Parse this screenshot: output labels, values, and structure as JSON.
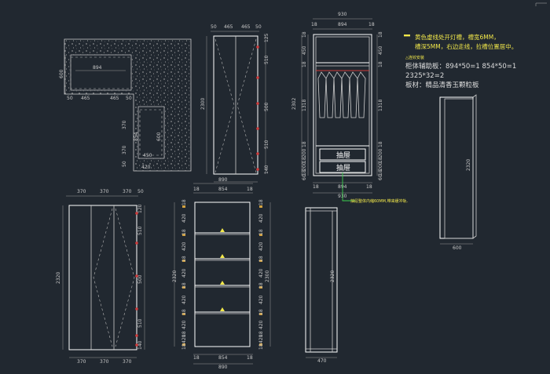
{
  "notes": {
    "yellow_line1": "黄色虚线处开灯槽，槽宽6MM，",
    "yellow_line2": "槽深5MM，右边走线，拉槽位置居中。",
    "small_tag": "△连铰安装",
    "support_line": "柜体辅助板：894*50=1    854*50=1",
    "support_line2": "2325*32=2",
    "material": "板材：精品清香玉颗粒板",
    "callout": "抽屉整体内缩60MM,带来缓冲轨."
  },
  "drawer_labels": {
    "top": "抽屉",
    "bottom": "抽屉"
  },
  "plan": {
    "dims": [
      "894",
      "600",
      "50",
      "465",
      "465",
      "50",
      "370",
      "370",
      "854",
      "600",
      "450",
      "420",
      "50"
    ]
  },
  "door_top": {
    "top": [
      "50",
      "465",
      "465",
      "50"
    ],
    "left": "2300",
    "right": [
      "125",
      "510",
      "500",
      "510",
      "140"
    ]
  },
  "cabinet": {
    "top_outer": "930",
    "top_inner": [
      "18",
      "894",
      "18"
    ],
    "left_outer": "2302",
    "left_parts": [
      "18",
      "450",
      "18",
      "1318",
      "18",
      "200",
      "18",
      "200",
      "18",
      "60"
    ],
    "right_parts": [
      "18",
      "450",
      "18",
      "1318",
      "18",
      "200",
      "18",
      "200",
      "18",
      "60"
    ],
    "bottom_inner": [
      "18",
      "894",
      "18"
    ],
    "bottom_outer": "930"
  },
  "door_bottom": {
    "top": [
      "370",
      "370",
      "370",
      "50"
    ],
    "left": "2320",
    "right": [
      "120",
      "510",
      "500",
      "510",
      "140"
    ],
    "bottom": [
      "370",
      "370",
      "370"
    ]
  },
  "shelves": {
    "top_outer": "890",
    "top_inner": [
      "18",
      "854",
      "18"
    ],
    "left": [
      "18",
      "420",
      "18",
      "420",
      "18",
      "420",
      "18",
      "420",
      "18",
      "420",
      "18",
      "420",
      "18"
    ],
    "right": [
      "18",
      "420",
      "18",
      "420",
      "18",
      "420",
      "18",
      "420",
      "18",
      "420",
      "18",
      "420",
      "18"
    ],
    "left_total": "2320",
    "right_total": "2300",
    "bottom_inner": [
      "18",
      "854",
      "18"
    ],
    "bottom_outer": "890"
  },
  "side_small": {
    "height": "2320",
    "width": "470"
  },
  "side_right": {
    "height": "2320",
    "width": "600"
  },
  "colors": {
    "background": "#212830",
    "line": "#cfcfcf",
    "yellow": "#f2e84a",
    "green": "#3ccf4e",
    "red": "#d03a3a"
  }
}
